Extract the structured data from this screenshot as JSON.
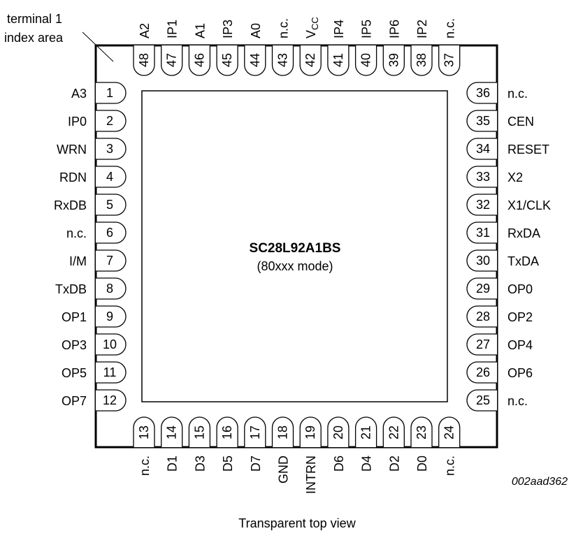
{
  "corner_note": [
    "terminal 1",
    "index area"
  ],
  "chip": {
    "name": "SC28L92A1BS",
    "mode": "(80xxx mode)"
  },
  "caption": "Transparent top view",
  "figure_id": "002aad362",
  "pins": {
    "left": [
      {
        "num": "1",
        "label": "A3"
      },
      {
        "num": "2",
        "label": "IP0"
      },
      {
        "num": "3",
        "label": "WRN"
      },
      {
        "num": "4",
        "label": "RDN"
      },
      {
        "num": "5",
        "label": "RxDB"
      },
      {
        "num": "6",
        "label": "n.c."
      },
      {
        "num": "7",
        "label": "I/M"
      },
      {
        "num": "8",
        "label": "TxDB"
      },
      {
        "num": "9",
        "label": "OP1"
      },
      {
        "num": "10",
        "label": "OP3"
      },
      {
        "num": "11",
        "label": "OP5"
      },
      {
        "num": "12",
        "label": "OP7"
      }
    ],
    "bottom": [
      {
        "num": "13",
        "label": "n.c."
      },
      {
        "num": "14",
        "label": "D1"
      },
      {
        "num": "15",
        "label": "D3"
      },
      {
        "num": "16",
        "label": "D5"
      },
      {
        "num": "17",
        "label": "D7"
      },
      {
        "num": "18",
        "label": "GND"
      },
      {
        "num": "19",
        "label": "INTRN"
      },
      {
        "num": "20",
        "label": "D6"
      },
      {
        "num": "21",
        "label": "D4"
      },
      {
        "num": "22",
        "label": "D2"
      },
      {
        "num": "23",
        "label": "D0"
      },
      {
        "num": "24",
        "label": "n.c."
      }
    ],
    "right": [
      {
        "num": "36",
        "label": "n.c."
      },
      {
        "num": "35",
        "label": "CEN"
      },
      {
        "num": "34",
        "label": "RESET"
      },
      {
        "num": "33",
        "label": "X2"
      },
      {
        "num": "32",
        "label": "X1/CLK"
      },
      {
        "num": "31",
        "label": "RxDA"
      },
      {
        "num": "30",
        "label": "TxDA"
      },
      {
        "num": "29",
        "label": "OP0"
      },
      {
        "num": "28",
        "label": "OP2"
      },
      {
        "num": "27",
        "label": "OP4"
      },
      {
        "num": "26",
        "label": "OP6"
      },
      {
        "num": "25",
        "label": "n.c."
      }
    ],
    "top": [
      {
        "num": "48",
        "label": "A2"
      },
      {
        "num": "47",
        "label": "IP1"
      },
      {
        "num": "46",
        "label": "A1"
      },
      {
        "num": "45",
        "label": "IP3"
      },
      {
        "num": "44",
        "label": "A0"
      },
      {
        "num": "43",
        "label": "n.c."
      },
      {
        "num": "42",
        "label": "V",
        "sub": "CC"
      },
      {
        "num": "41",
        "label": "IP4"
      },
      {
        "num": "40",
        "label": "IP5"
      },
      {
        "num": "39",
        "label": "IP6"
      },
      {
        "num": "38",
        "label": "IP2"
      },
      {
        "num": "37",
        "label": "n.c."
      }
    ]
  }
}
